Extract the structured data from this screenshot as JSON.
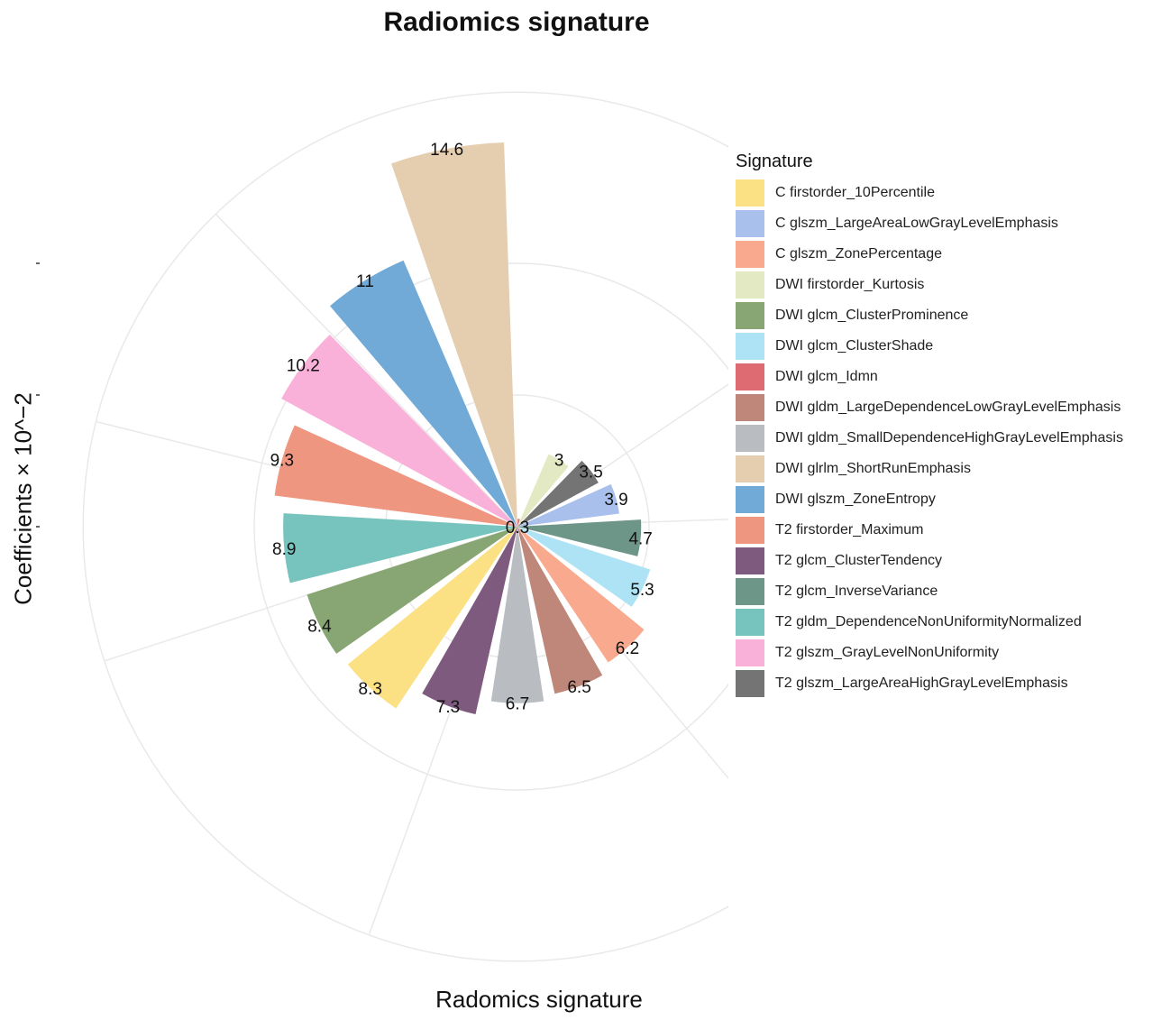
{
  "chart_data": {
    "type": "bar",
    "subtype": "polar-bar",
    "title": "Radiomics signature",
    "xlabel": "Radomics signature",
    "ylabel": "Coefficients × 10^−2",
    "ylim": [
      0,
      14.6
    ],
    "grid": true,
    "legend_position": "right",
    "legend_title": "Signature",
    "categories": [
      "C firstorder_10Percentile",
      "C glszm_LargeAreaLowGrayLevelEmphasis",
      "C glszm_ZonePercentage",
      "DWI firstorder_Kurtosis",
      "DWI glcm_ClusterProminence",
      "DWI glcm_ClusterShade",
      "DWI glcm_Idmn",
      "DWI gldm_LargeDependenceLowGrayLevelEmphasis",
      "DWI gldm_SmallDependenceHighGrayLevelEmphasis",
      "DWI glrlm_ShortRunEmphasis",
      "DWI glszm_ZoneEntropy",
      "T2 firstorder_Maximum",
      "T2 glcm_ClusterTendency",
      "T2 glcm_InverseVariance",
      "T2 gldm_DependenceNonUniformityNormalized",
      "T2 glszm_GrayLevelNonUniformity",
      "T2 glszm_LargeAreaHighGrayLevelEmphasis"
    ],
    "colors": [
      "#FBE084",
      "#A9C0EC",
      "#F9A98E",
      "#E3EAC3",
      "#88A673",
      "#AEE2F5",
      "#DD6B71",
      "#BE8779",
      "#B9BCC1",
      "#E5CDAF",
      "#72AAD7",
      "#EF9680",
      "#7F5A7F",
      "#6D9688",
      "#77C3BE",
      "#F9B1D9",
      "#747474"
    ],
    "bars": [
      {
        "name": "DWI glcm_Idmn",
        "value": 0.3,
        "label": "0.3"
      },
      {
        "name": "DWI firstorder_Kurtosis",
        "value": 3,
        "label": "3"
      },
      {
        "name": "T2 glszm_LargeAreaHighGrayLevelEmphasis",
        "value": 3.5,
        "label": "3.5"
      },
      {
        "name": "C glszm_LargeAreaLowGrayLevelEmphasis",
        "value": 3.9,
        "label": "3.9"
      },
      {
        "name": "T2 glcm_InverseVariance",
        "value": 4.7,
        "label": "4.7"
      },
      {
        "name": "DWI glcm_ClusterShade",
        "value": 5.3,
        "label": "5.3"
      },
      {
        "name": "C glszm_ZonePercentage",
        "value": 6.2,
        "label": "6.2"
      },
      {
        "name": "DWI gldm_LargeDependenceLowGrayLevelEmphasis",
        "value": 6.5,
        "label": "6.5"
      },
      {
        "name": "DWI gldm_SmallDependenceHighGrayLevelEmphasis",
        "value": 6.7,
        "label": "6.7"
      },
      {
        "name": "T2 glcm_ClusterTendency",
        "value": 7.3,
        "label": "7.3"
      },
      {
        "name": "C firstorder_10Percentile",
        "value": 8.3,
        "label": "8.3"
      },
      {
        "name": "DWI glcm_ClusterProminence",
        "value": 8.4,
        "label": "8.4"
      },
      {
        "name": "T2 gldm_DependenceNonUniformityNormalized",
        "value": 8.9,
        "label": "8.9"
      },
      {
        "name": "T2 firstorder_Maximum",
        "value": 9.3,
        "label": "9.3"
      },
      {
        "name": "T2 glszm_GrayLevelNonUniformity",
        "value": 10.2,
        "label": "10.2"
      },
      {
        "name": "DWI glszm_ZoneEntropy",
        "value": 11,
        "label": "11"
      },
      {
        "name": "DWI glrlm_ShortRunEmphasis",
        "value": 14.6,
        "label": "14.6"
      }
    ]
  }
}
